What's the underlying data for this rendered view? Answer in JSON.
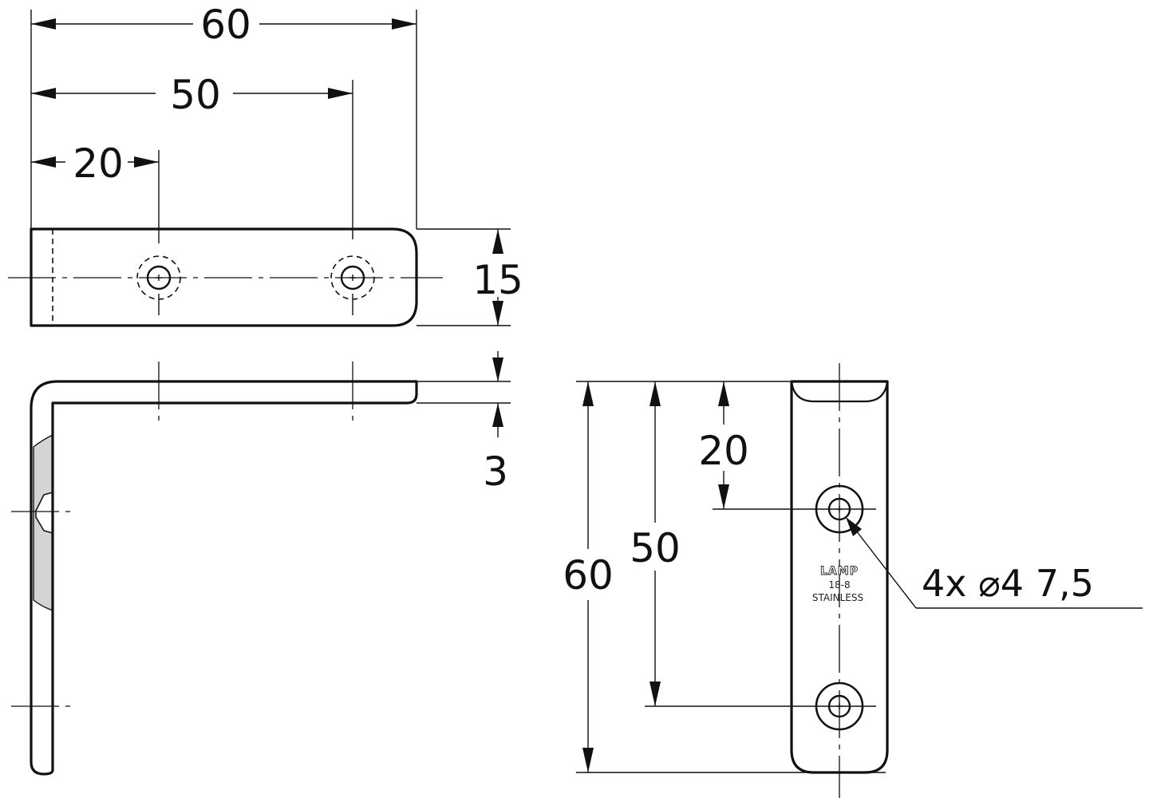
{
  "dimensions": {
    "top_overall_width": "60",
    "top_hole2_pos": "50",
    "top_hole1_pos": "20",
    "top_height": "15",
    "thickness": "3",
    "front_overall": "60",
    "front_hole2": "50",
    "front_hole1": "20",
    "hole_callout": "4x ⌀4 7,5"
  },
  "stamp": {
    "brand": "LAMP",
    "grade": "18-8",
    "material": "STAINLESS"
  }
}
